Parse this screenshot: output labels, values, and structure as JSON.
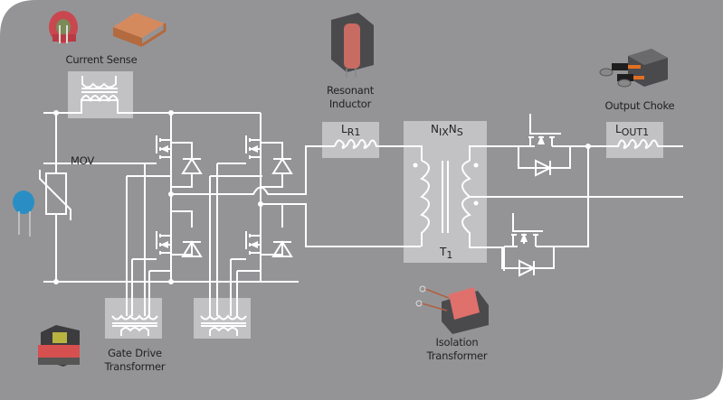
{
  "diagram": {
    "title": "Resonant converter power magnetics overview",
    "colors": {
      "background": "#949497",
      "wire": "#ffffff",
      "highlight_box": "#c2c2c4",
      "text": "#222222"
    },
    "components": {
      "current_sense": {
        "label": "Current Sense"
      },
      "resonant_inductor": {
        "label_line1": "Resonant",
        "label_line2": "Inductor",
        "symbol_main": "L",
        "symbol_sub": "R1"
      },
      "output_choke": {
        "label": "Output Choke",
        "symbol_main": "L",
        "symbol_sub": "OUT1"
      },
      "mov": {
        "label": "MOV"
      },
      "gate_drive_transformer": {
        "label_line1": "Gate Drive",
        "label_line2": "Transformer"
      },
      "isolation_transformer": {
        "label_line1": "Isolation",
        "label_line2": "Transformer",
        "symbol_top_n1": "N",
        "symbol_top_s1": "I",
        "symbol_top_x": "X",
        "symbol_top_n2": "N",
        "symbol_top_s2": "S",
        "symbol_bottom_main": "T",
        "symbol_bottom_sub": "1"
      }
    }
  }
}
